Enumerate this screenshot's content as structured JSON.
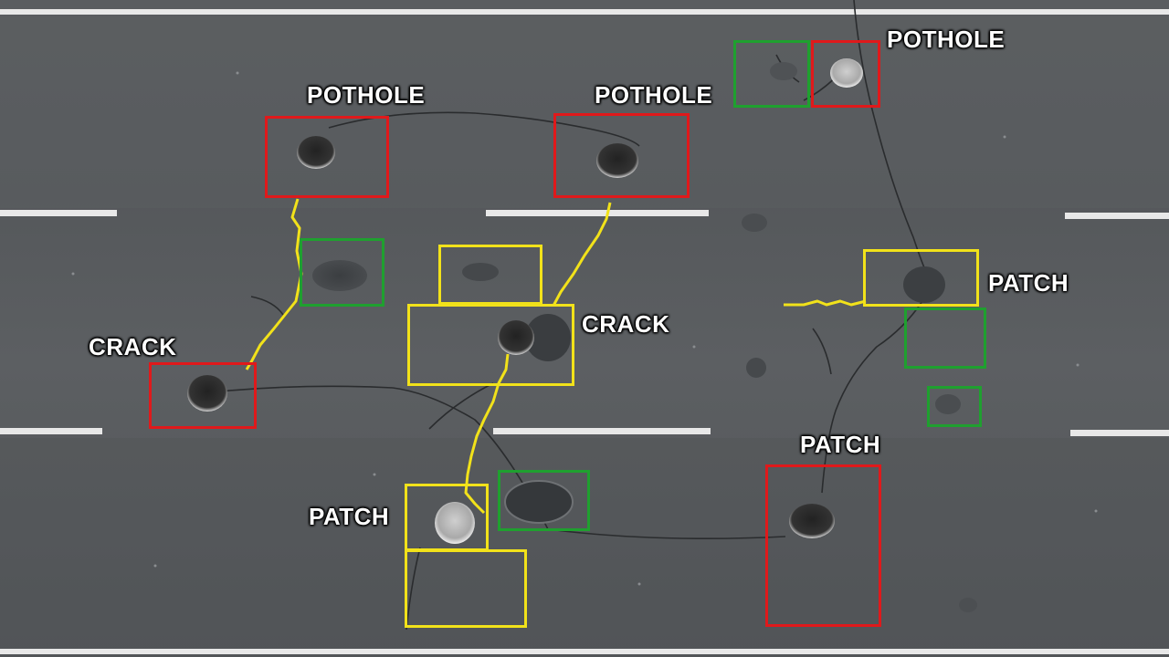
{
  "colors": {
    "pothole": "#e0191b",
    "crack": "#f2e21a",
    "patch": "#1fa02f",
    "lane_marking": "#e8e8e8",
    "asphalt": "#55585b"
  },
  "labels": [
    {
      "id": "pothole-1",
      "text": "POTHOLE"
    },
    {
      "id": "pothole-2",
      "text": "POTHOLE"
    },
    {
      "id": "pothole-3",
      "text": "POTHOLE"
    },
    {
      "id": "crack-1",
      "text": "CRACK"
    },
    {
      "id": "crack-2",
      "text": "CRACK"
    },
    {
      "id": "patch-1",
      "text": "PATCH"
    },
    {
      "id": "patch-2",
      "text": "PATCH"
    },
    {
      "id": "patch-3",
      "text": "PATCH"
    }
  ]
}
